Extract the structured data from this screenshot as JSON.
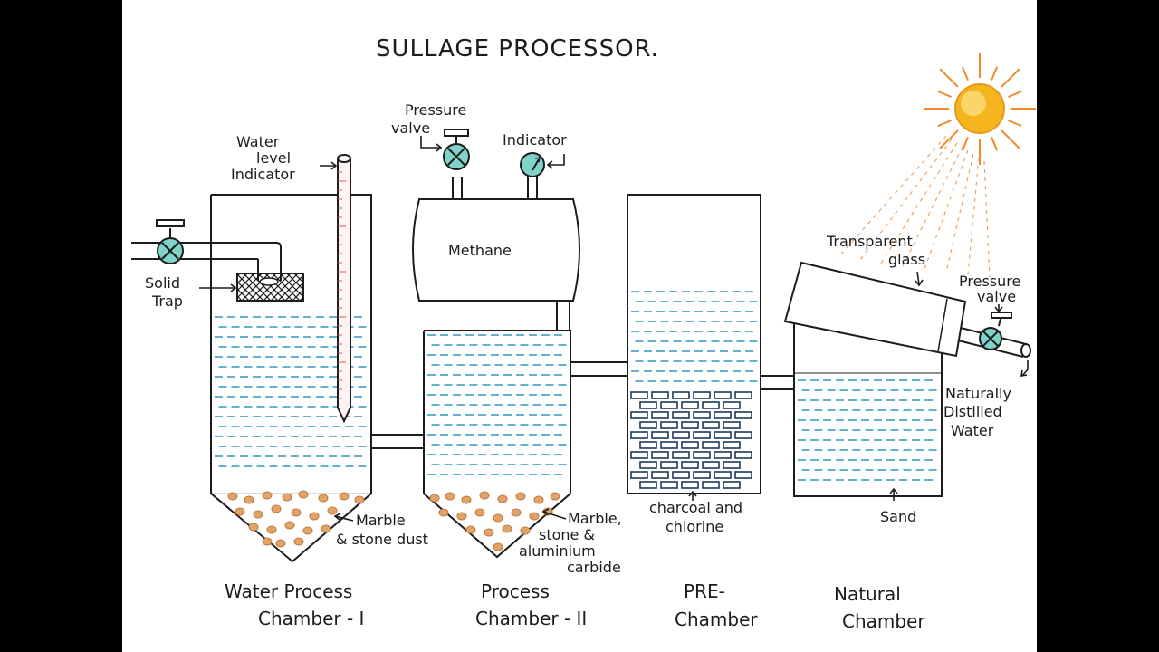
{
  "title": "SULLAGE PROCESSOR.",
  "labels": {
    "water_level_1": "Water",
    "water_level_2": "level",
    "water_level_3": "Indicator",
    "pressure_valve_top_1": "Pressure",
    "pressure_valve_top_2": "valve",
    "indicator": "Indicator",
    "methane": "Methane",
    "solid_trap_1": "Solid",
    "solid_trap_2": "Trap",
    "marble_stone_1": "Marble",
    "marble_stone_2": "& stone dust",
    "marble_alum_1": "Marble,",
    "marble_alum_2": "stone &",
    "marble_alum_3": "aluminium",
    "marble_alum_4": "carbide",
    "charcoal_1": "charcoal and",
    "charcoal_2": "chlorine",
    "transparent_1": "Transparent",
    "transparent_2": "glass",
    "pressure_valve_right_1": "Pressure",
    "pressure_valve_right_2": "valve",
    "distilled_1": "Naturally",
    "distilled_2": "Distilled",
    "distilled_3": "Water",
    "sand": "Sand"
  },
  "chambers": {
    "c1_line1": "Water Process",
    "c1_line2": "Chamber - I",
    "c2_line1": "Process",
    "c2_line2": "Chamber - II",
    "c3_line1": "PRE-",
    "c3_line2": "Chamber",
    "c4_line1": "Natural",
    "c4_line2": "Chamber"
  },
  "colors": {
    "water": "#3a9fc4",
    "valve": "#7fd3c8",
    "sun": "#f5b51e",
    "rays": "#f08a2b",
    "pebble": "#e0a46a",
    "ink": "#1c1c1c"
  }
}
